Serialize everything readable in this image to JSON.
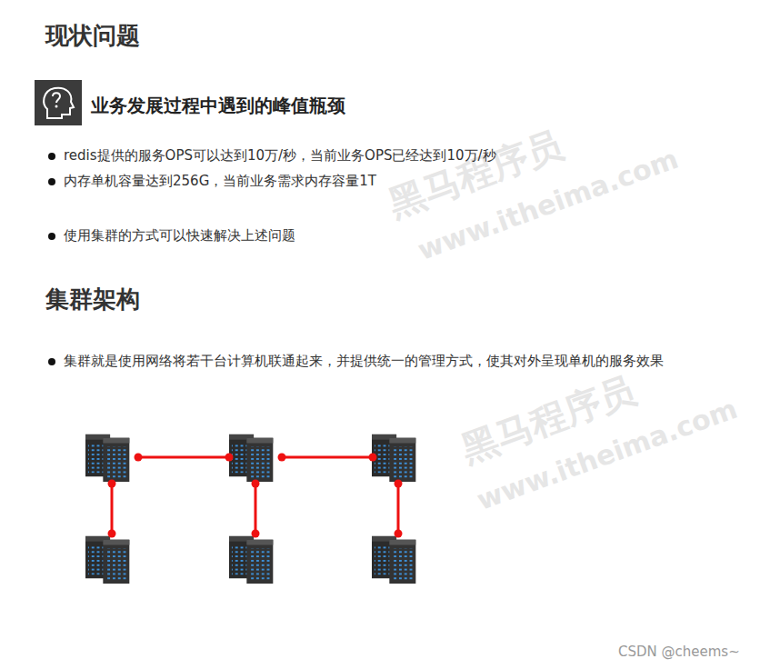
{
  "diagram": {
    "title": "现状问题",
    "labels": [
      "业务发展过程中遇到的峰值瓶颈",
      "redis提供的服务OPS可以达到10万/秒，当前业务OPS已经达到10万/秒",
      "内存单机容量达到256G，当前业务需求内存容量1T",
      "使用集群的方式可以快速解决上述问题",
      "集群架构",
      "集群就是使用网络将若干台计算机联通起来，并提供统一的管理方式，使其对外呈现单机的服务效果",
      "黑马程序员",
      "www.itheima.com",
      "黑马程序员",
      "www.itheima.com",
      "CSDN @cheems~"
    ]
  }
}
